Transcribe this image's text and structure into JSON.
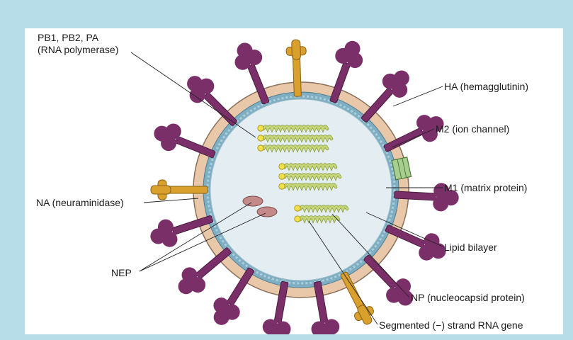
{
  "labels": {
    "polymerase_line1": "PB1, PB2, PA",
    "polymerase_line2": "(RNA polymerase)",
    "ha": "HA (hemagglutinin)",
    "m2": "M2 (ion channel)",
    "m1": "M1 (matrix protein)",
    "na": "NA (neuraminidase)",
    "lipid": "Lipid bilayer",
    "nep": "NEP",
    "np": "NP (nucleocapsid protein)",
    "rna": "Segmented (−) strand RNA gene"
  },
  "colors": {
    "background": "#b7dde8",
    "panel": "#ffffff",
    "lipid_bilayer": "#e8c8a8",
    "matrix_layer": "#7faec2",
    "interior": "#e4eef2",
    "ha_spike": "#7b2f69",
    "na_spike": "#d9a02e",
    "m2_channel": "#a8cf8e",
    "nep": "#c48a8a",
    "rna": "#c6d77a",
    "polymerase": "#f2e04a"
  },
  "icons": {
    "ha": "trefoil-spike",
    "na": "cross-spike",
    "m2": "striped-channel",
    "nep": "oval-blob",
    "rna": "coiled-strand",
    "polymerase": "yellow-dot"
  }
}
